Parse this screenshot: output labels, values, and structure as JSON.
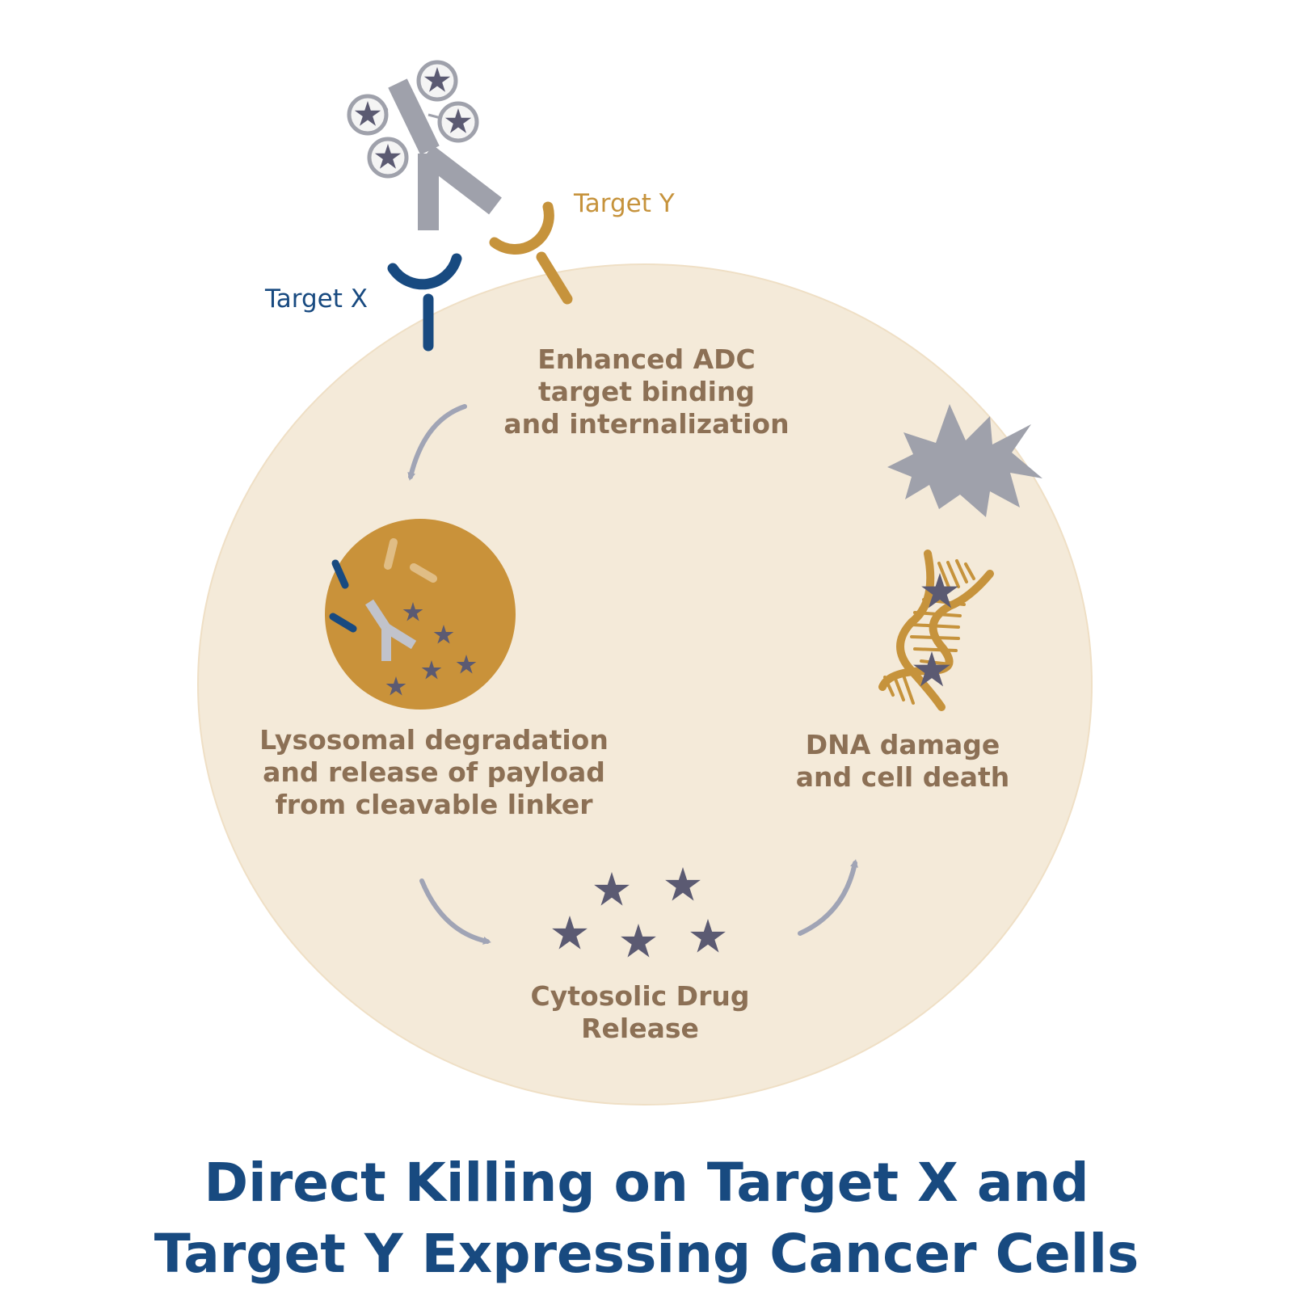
{
  "labels": {
    "target_y": "Target Y",
    "target_x": "Target X",
    "binding": [
      "Enhanced ADC",
      "target binding",
      "and internalization"
    ],
    "lysosomal": [
      "Lysosomal degradation",
      "and release of payload",
      "from cleavable linker"
    ],
    "dna": [
      "DNA damage",
      "and cell death"
    ],
    "cytosolic": [
      "Cytosolic Drug",
      "Release"
    ]
  },
  "title": {
    "line1": "Direct Killing on Target X and",
    "line2": "Target Y Expressing Cancer Cells"
  },
  "colors": {
    "cell": "#f4ead9",
    "lysosome": "#c9923a",
    "target_x": "#184a80",
    "target_y": "#c6933c",
    "antibody": "#9fa1ab",
    "payload": "#5b5a72",
    "label": "#8c7055",
    "arrow": "#a0a4b5"
  },
  "icons": [
    "antibody-icon",
    "payload-star-icon",
    "receptor-icon",
    "lysosome-icon",
    "dna-helix-icon",
    "cell-burst-icon",
    "cycle-arrow-icon"
  ]
}
